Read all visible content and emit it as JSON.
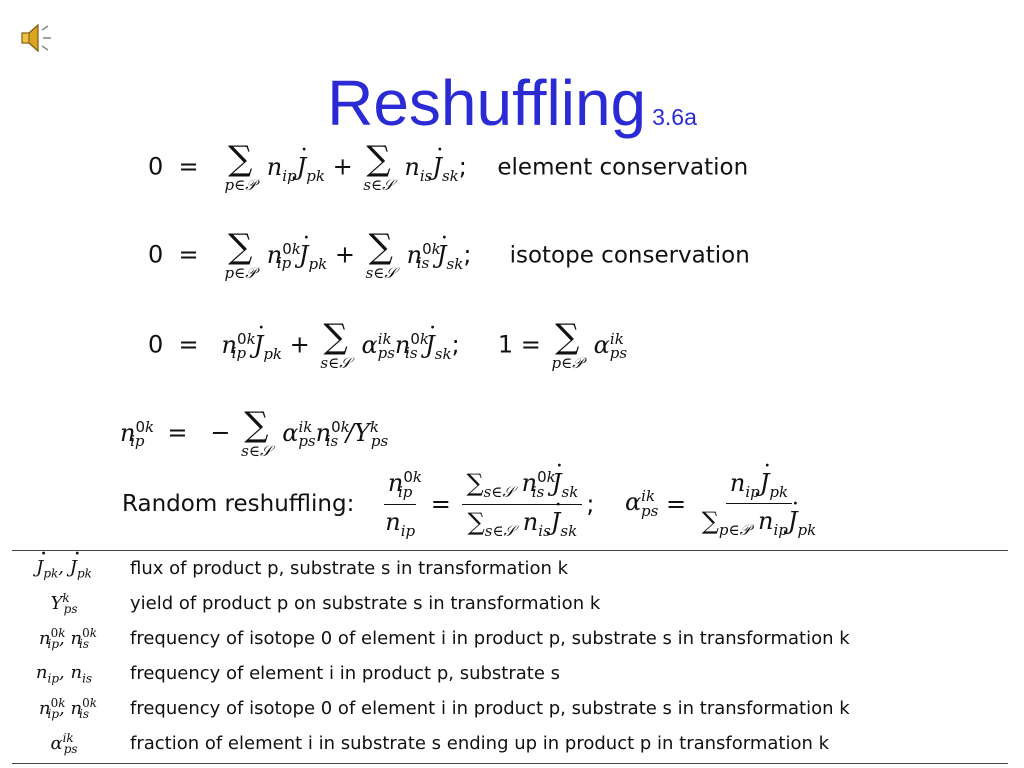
{
  "slide": {
    "title": "Reshuffling",
    "section": "3.6a",
    "equations": {
      "eq1_label": "element conservation",
      "eq2_label": "isotope conservation",
      "random_label": "Random reshuffling:"
    },
    "legend": [
      {
        "desc": "flux of product p, substrate s in transformation k"
      },
      {
        "desc": "yield of product p on substrate s in transformation k"
      },
      {
        "desc": "frequency of isotope 0 of element i in product p, substrate s in transformation k"
      },
      {
        "desc": "frequency of element i in product p, substrate s"
      },
      {
        "desc": "frequency of isotope 0 of element i in product p, substrate s in transformation k"
      },
      {
        "desc": "fraction of element i in substrate s ending up in product p in transformation k"
      }
    ]
  },
  "icons": {
    "speaker": "speaker-icon"
  }
}
